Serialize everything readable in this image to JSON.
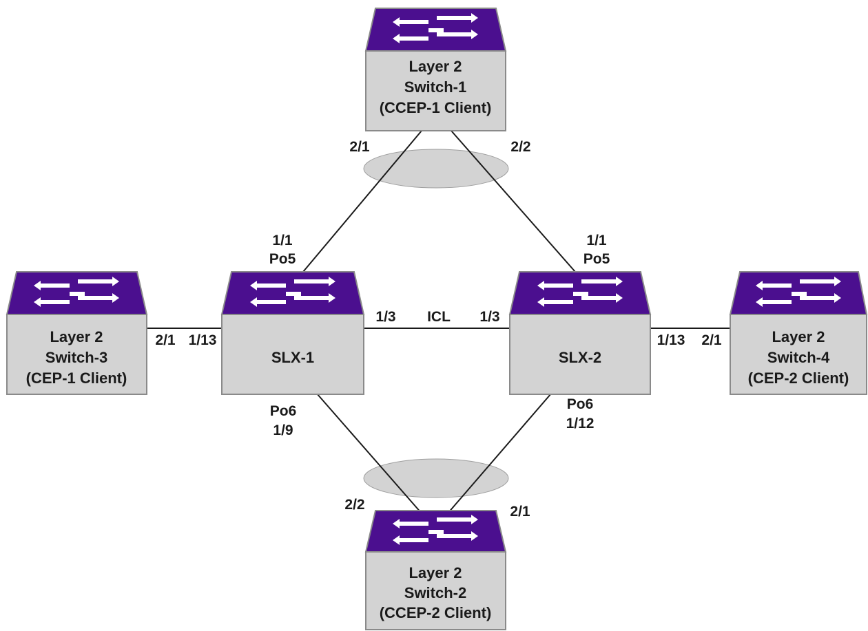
{
  "colors": {
    "switch_top": "#4b0f8f",
    "switch_face": "#d3d3d3",
    "switch_edge": "#8a8a8a",
    "arrow": "#ffffff",
    "lag_ellipse": "#d3d3d3",
    "link": "#1a1a1a",
    "text": "#1a1a1a"
  },
  "icons": {
    "switch": "switch-arrows-icon"
  },
  "switches": {
    "l2sw1": {
      "line1": "Layer 2",
      "line2": "Switch-1",
      "line3": "(CCEP-1 Client)"
    },
    "l2sw2": {
      "line1": "Layer 2",
      "line2": "Switch-2",
      "line3": "(CCEP-2 Client)"
    },
    "l2sw3": {
      "line1": "Layer 2",
      "line2": "Switch-3",
      "line3": "(CEP-1 Client)"
    },
    "l2sw4": {
      "line1": "Layer 2",
      "line2": "Switch-4",
      "line3": "(CEP-2 Client)"
    },
    "slx1": {
      "name": "SLX-1"
    },
    "slx2": {
      "name": "SLX-2"
    }
  },
  "ports": {
    "sw1_left": "2/1",
    "sw1_right": "2/2",
    "slx1_top_port": "1/1",
    "slx1_top_lag": "Po5",
    "slx2_top_port": "1/1",
    "slx2_top_lag": "Po5",
    "slx1_icl": "1/3",
    "icl": "ICL",
    "slx2_icl": "1/3",
    "sw3_port": "2/1",
    "slx1_left": "1/13",
    "slx2_right": "1/13",
    "sw4_port": "2/1",
    "slx1_bottom_lag": "Po6",
    "slx1_bottom_port": "1/9",
    "slx2_bottom_lag": "Po6",
    "slx2_bottom_port": "1/12",
    "sw2_left": "2/2",
    "sw2_right": "2/1"
  }
}
